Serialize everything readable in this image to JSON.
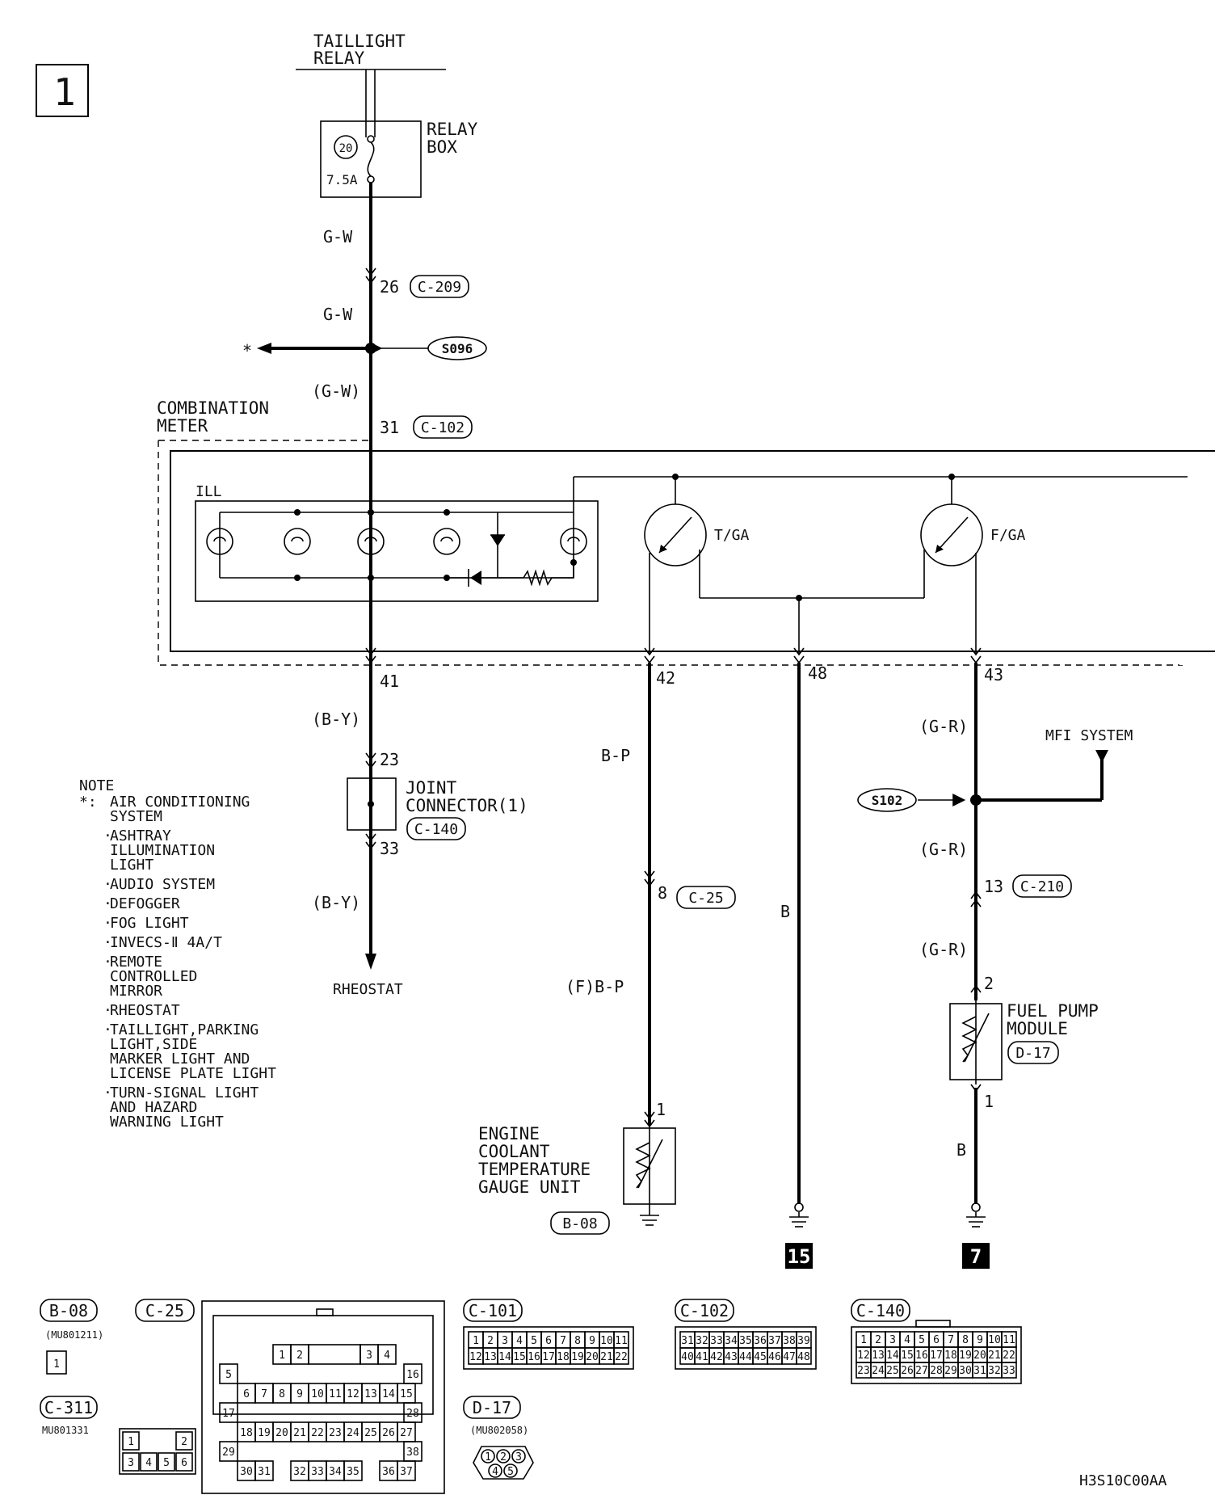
{
  "page": {
    "number": "1",
    "code": "H3S10C00AA"
  },
  "top": {
    "relay": [
      "TAILLIGHT",
      "RELAY"
    ],
    "relay_box": [
      "RELAY",
      "BOX"
    ],
    "fuse_number": "20",
    "fuse_rating": "7.5A"
  },
  "wire_labels": {
    "gw1": "G-W",
    "gw2": "G-W",
    "gw3": "(G-W)",
    "by1": "(B-Y)",
    "by2": "(B-Y)",
    "bp1": "B-P",
    "bp2": "(F)B-P",
    "b1": "B",
    "gr1": "(G-R)",
    "gr2": "(G-R)",
    "gr3": "(G-R)",
    "b2": "B"
  },
  "terminals": {
    "t26": "26",
    "t31": "31",
    "t41": "41",
    "t42": "42",
    "t48": "48",
    "t43": "43",
    "t23": "23",
    "t33": "33",
    "t8": "8",
    "t1a": "1",
    "t13": "13",
    "t2": "2",
    "t1b": "1"
  },
  "connectors": {
    "c209": "C-209",
    "c102": "C-102",
    "c140": "C-140",
    "c25": "C-25",
    "c210": "C-210",
    "d17": "D-17",
    "b08": "B-08"
  },
  "splices": {
    "s096": "S096",
    "s102": "S102"
  },
  "star": "*",
  "meter": {
    "title": [
      "COMBINATION",
      "METER"
    ],
    "ill": "ILL",
    "tga": "T/GA",
    "fga": "F/GA"
  },
  "components": {
    "joint_connector": [
      "JOINT",
      "CONNECTOR(1)"
    ],
    "rheostat": "RHEOSTAT",
    "mfi": "MFI SYSTEM",
    "fuel_pump": [
      "FUEL PUMP",
      "MODULE"
    ],
    "coolant": [
      "ENGINE",
      "COOLANT",
      "TEMPERATURE",
      "GAUGE UNIT"
    ]
  },
  "grounds": {
    "g15": "15",
    "g7": "7"
  },
  "note": {
    "heading": "NOTE",
    "star_prefix": "*:",
    "items": [
      [
        "AIR CONDITIONING",
        "SYSTEM"
      ],
      [
        "ASHTRAY",
        "ILLUMINATION",
        "LIGHT"
      ],
      [
        "AUDIO SYSTEM"
      ],
      [
        "DEFOGGER"
      ],
      [
        "FOG LIGHT"
      ],
      [
        "INVECS-Ⅱ 4A/T"
      ],
      [
        "REMOTE",
        "CONTROLLED",
        "MIRROR"
      ],
      [
        "RHEOSTAT"
      ],
      [
        "TAILLIGHT,PARKING",
        "LIGHT,SIDE",
        "MARKER LIGHT AND",
        "LICENSE PLATE LIGHT"
      ],
      [
        "TURN-SIGNAL LIGHT",
        "AND HAZARD",
        "WARNING LIGHT"
      ]
    ]
  },
  "connector_views": {
    "b08": {
      "label": "B-08",
      "part": "(MU801211)",
      "pins": [
        "1"
      ]
    },
    "c311": {
      "label": "C-311",
      "part": "MU801331",
      "pins": [
        "1",
        "2",
        "3",
        "4",
        "5",
        "6"
      ]
    },
    "c25": {
      "label": "C-25",
      "rows": [
        [
          "1",
          "2",
          "3",
          "4"
        ],
        [
          "5",
          "16"
        ],
        [
          "6",
          "7",
          "8",
          "9",
          "10",
          "11",
          "12",
          "13",
          "14",
          "15"
        ],
        [
          "17",
          "28"
        ],
        [
          "18",
          "19",
          "20",
          "21",
          "22",
          "23",
          "24",
          "25",
          "26",
          "27"
        ],
        [
          "29",
          "38"
        ],
        [
          "30",
          "31",
          "32",
          "33",
          "34",
          "35",
          "36",
          "37"
        ]
      ]
    },
    "c101": {
      "label": "C-101",
      "rows": [
        [
          "1",
          "2",
          "3",
          "4",
          "5",
          "6",
          "7",
          "8",
          "9",
          "10",
          "11"
        ],
        [
          "12",
          "13",
          "14",
          "15",
          "16",
          "17",
          "18",
          "19",
          "20",
          "21",
          "22"
        ]
      ]
    },
    "d17": {
      "label": "D-17",
      "part": "(MU802058)",
      "pins": [
        "1",
        "2",
        "3",
        "4",
        "5"
      ]
    },
    "c102": {
      "label": "C-102",
      "rows": [
        [
          "31",
          "32",
          "33",
          "34",
          "35",
          "36",
          "37",
          "38",
          "39"
        ],
        [
          "40",
          "41",
          "42",
          "43",
          "44",
          "45",
          "46",
          "47",
          "48"
        ]
      ]
    },
    "c140": {
      "label": "C-140",
      "rows": [
        [
          "1",
          "2",
          "3",
          "4",
          "5",
          "6",
          "7",
          "8",
          "9",
          "10",
          "11"
        ],
        [
          "12",
          "13",
          "14",
          "15",
          "16",
          "17",
          "18",
          "19",
          "20",
          "21",
          "22"
        ],
        [
          "23",
          "24",
          "25",
          "26",
          "27",
          "28",
          "29",
          "30",
          "31",
          "32",
          "33"
        ]
      ]
    }
  }
}
